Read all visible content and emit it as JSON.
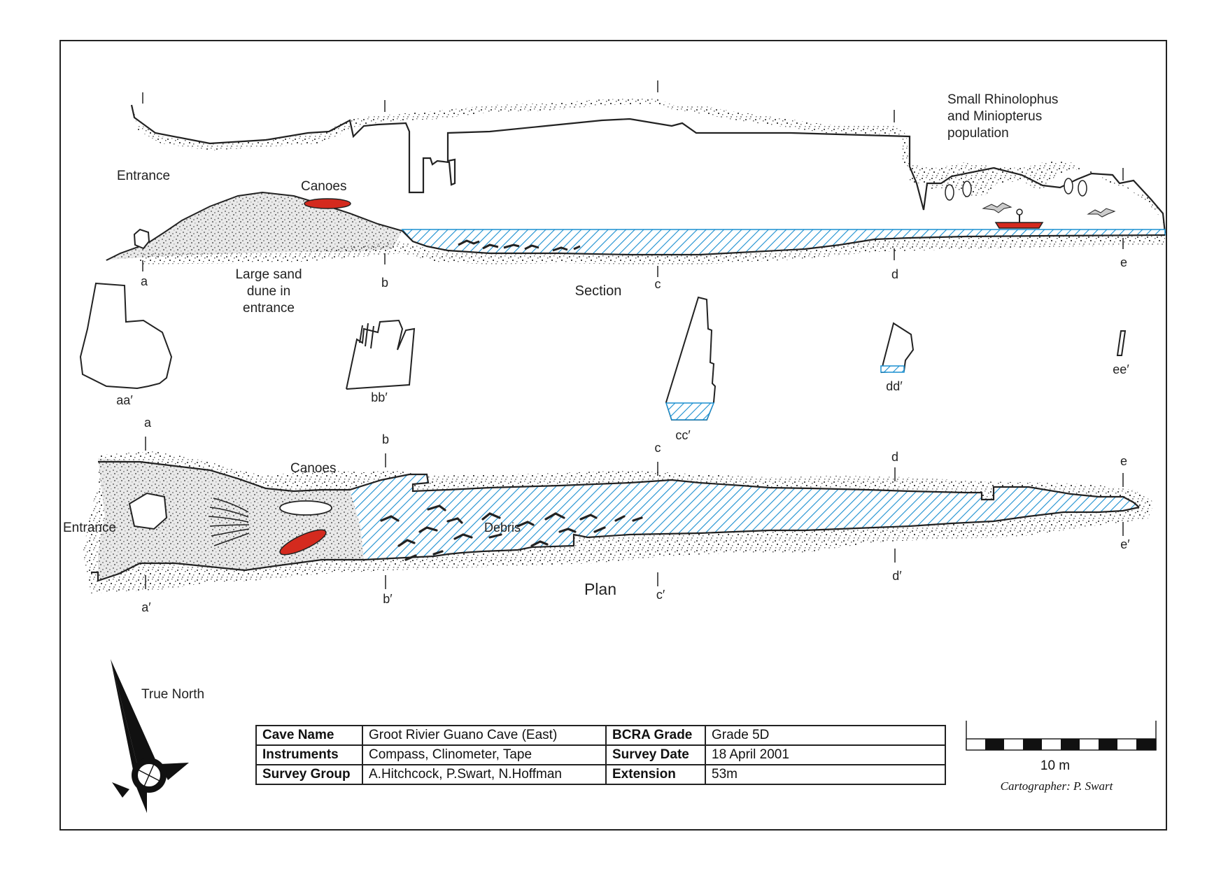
{
  "section": {
    "title": "Section",
    "entrance_label": "Entrance",
    "canoes_label": "Canoes",
    "dune_label": [
      "Large sand",
      "dune in",
      "entrance"
    ],
    "bats_label": [
      "Small Rhinolophus",
      "and Miniopterus",
      "population"
    ],
    "stations": [
      "a",
      "b",
      "c",
      "d",
      "e"
    ]
  },
  "cross_sections": [
    "aa′",
    "bb′",
    "cc′",
    "dd′",
    "ee′"
  ],
  "plan": {
    "title": "Plan",
    "entrance_label": "Entrance",
    "canoes_label": "Canoes",
    "debris_label": "Debris",
    "stations_top": [
      "a",
      "b",
      "c",
      "d",
      "e"
    ],
    "stations_bottom": [
      "a′",
      "b′",
      "c′",
      "d′",
      "e′"
    ]
  },
  "north_label": "True North",
  "info": {
    "rows": [
      {
        "k1": "Cave Name",
        "v1": "Groot Rivier Guano Cave (East)",
        "k2": "BCRA Grade",
        "v2": "Grade 5D"
      },
      {
        "k1": "Instruments",
        "v1": "Compass, Clinometer, Tape",
        "k2": "Survey Date",
        "v2": "18 April 2001"
      },
      {
        "k1": "Survey Group",
        "v1": "A.Hitchcock, P.Swart, N.Hoffman",
        "k2": "Extension",
        "v2": "53m"
      }
    ]
  },
  "scale": {
    "label": "10 m"
  },
  "cartographer": "Cartographer: P. Swart",
  "colors": {
    "water": "#1a8fd0",
    "canoe": "#d42a1e",
    "line": "#222222"
  }
}
